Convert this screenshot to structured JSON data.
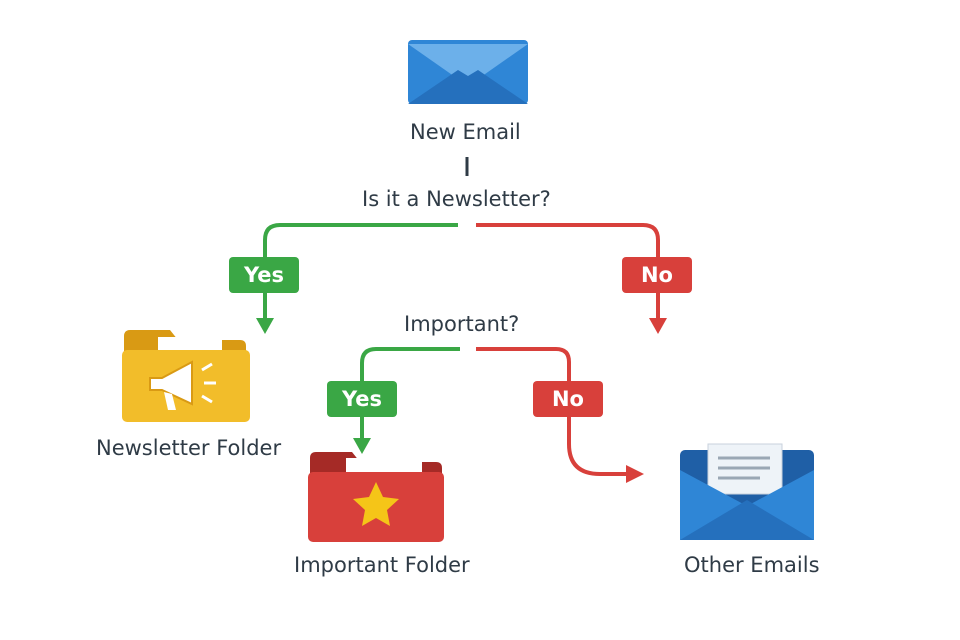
{
  "nodes": {
    "start": "New Email",
    "question_newsletter": "Is it a Newsletter?",
    "question_important": "Important?",
    "newsletter_folder": "Newsletter Folder",
    "important_folder": "Important Folder",
    "other_emails": "Other Emails"
  },
  "branches": {
    "newsletter_yes": "Yes",
    "newsletter_no": "No",
    "important_yes": "Yes",
    "important_no": "No"
  },
  "colors": {
    "yes": "#3aa745",
    "no": "#d8403b",
    "email_blue": "#2f86d6",
    "newsletter_folder": "#f2bd2a",
    "important_folder": "#d8403b",
    "text": "#2f3b46"
  },
  "icons": [
    "envelope-icon",
    "megaphone-folder-icon",
    "star-folder-icon",
    "open-envelope-icon"
  ]
}
